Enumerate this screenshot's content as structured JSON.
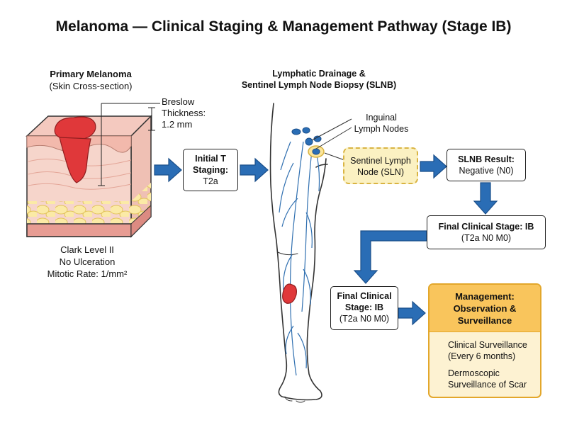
{
  "title": "Melanoma — Clinical Staging & Management Pathway (Stage IB)",
  "primary": {
    "heading": "Primary Melanoma",
    "subheading": "(Skin Cross-section)",
    "breslow_line1": "Breslow",
    "breslow_line2": "Thickness:",
    "breslow_line3": "1.2 mm",
    "clark": "Clark Level II",
    "ulceration": "No Ulceration",
    "mitotic": "Mitotic Rate: 1/mm²"
  },
  "initial_t": {
    "label_line1": "Initial T",
    "label_line2": "Staging:",
    "value": "T2a"
  },
  "lymphatic": {
    "heading_line1": "Lymphatic Drainage &",
    "heading_line2": "Sentinel Lymph Node Biopsy (SLNB)",
    "inguinal_line1": "Inguinal",
    "inguinal_line2": "Lymph Nodes"
  },
  "sln": {
    "line1": "Sentinel Lymph",
    "line2": "Node (SLN)"
  },
  "slnb_result": {
    "label": "SLNB Result:",
    "value": "Negative (N0)"
  },
  "final_stage_a": {
    "label": "Final Clinical Stage: IB",
    "value": "(T2a N0 M0)"
  },
  "final_stage_b": {
    "label_line1": "Final Clinical",
    "label_line2": "Stage: IB",
    "value": "(T2a N0 M0)"
  },
  "management": {
    "heading_line1": "Management:",
    "heading_line2": "Observation &",
    "heading_line3": "Surveillance",
    "items": [
      {
        "icon": "calendar-icon",
        "line1": "Clinical Surveillance",
        "line2": "(Every 6 months)"
      },
      {
        "icon": "magnifier-icon",
        "line1": "Dermoscopic",
        "line2": "Surveillance of Scar"
      }
    ]
  },
  "colors": {
    "arrow": "#2a6db5",
    "arrow_edge": "#1b4f8a",
    "vessel": "#2f6fb0",
    "lesion": "#e0383a",
    "skin_top": "#f4c9bf",
    "dermis": "#f6d5cb",
    "fat": "#f5e08f",
    "management_border": "#e3a72b",
    "management_head": "#f9c55c",
    "sln_fill": "#fbf1c2",
    "sln_border": "#d9b443"
  }
}
